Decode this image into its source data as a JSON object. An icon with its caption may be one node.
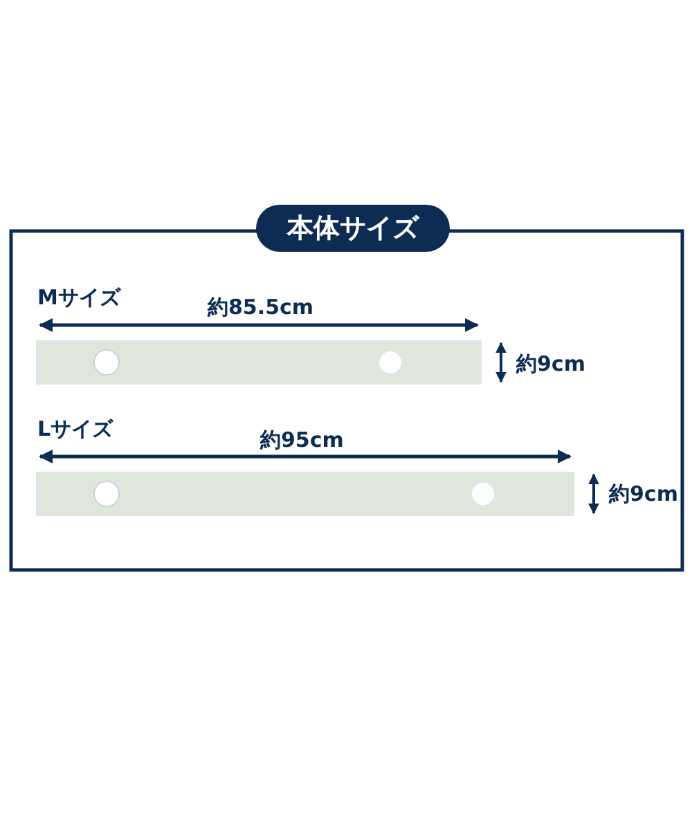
{
  "diagram": {
    "title": "本体サイズ",
    "labels": [
      "Mサイズ",
      "約85.5cm",
      "約9cm",
      "Lサイズ",
      "約95cm",
      "約9cm"
    ]
  }
}
